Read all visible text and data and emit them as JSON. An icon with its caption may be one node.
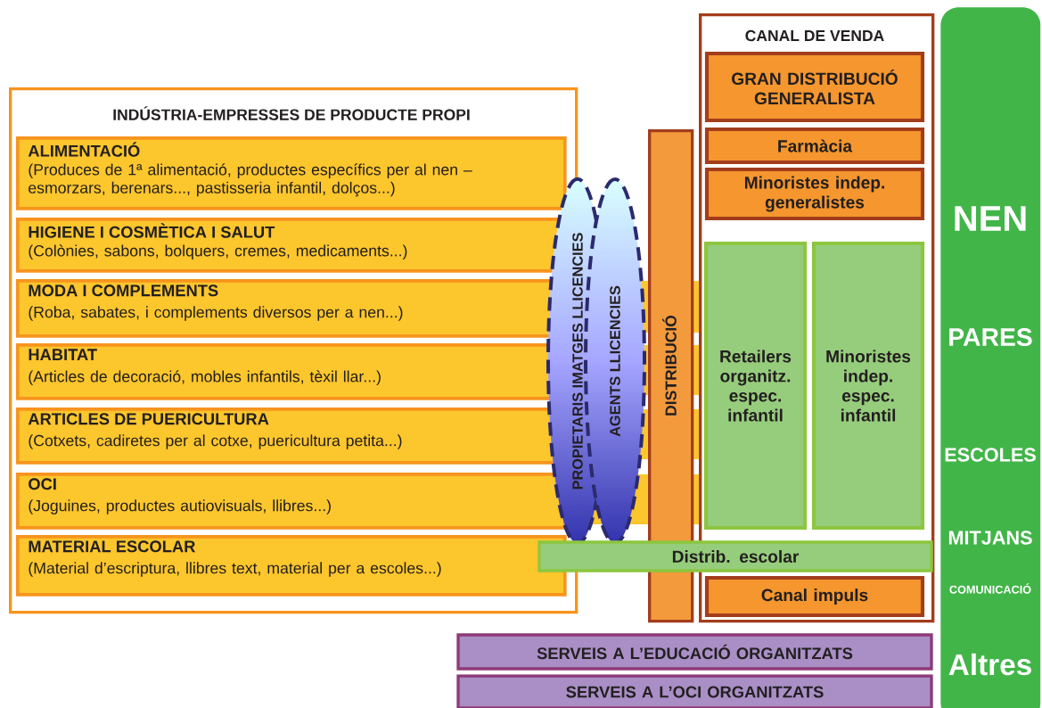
{
  "diagram": {
    "nodes": [
      {
        "text": [
          "INDÚSTRIA-EMPRESSES DE PRODUCTE PROPI"
        ]
      },
      {
        "text": [
          "ALIMENTACIÓ",
          "(Produces de 1ª alimentació, productes específics per al nen –esmorzars, berenars..., pastisseria infantil, dolços...)"
        ],
        "in": 0
      },
      {
        "text": [
          "HIGIENE I COSMÈTICA I SALUT",
          "(Colònies, sabons, bolquers, cremes, medicaments...)"
        ],
        "in": 0
      },
      {
        "text": [
          "MODA I COMPLEMENTS",
          "(Roba, sabates, i complements diversos per a nen...)"
        ],
        "in": 0
      },
      {
        "text": [
          "HABITAT",
          "(Articles de decoració, mobles infantils, tèxil llar...)"
        ],
        "in": 0
      },
      {
        "text": [
          "ARTICLES DE PUERICULTURA",
          "(Cotxets, cadiretes per al cotxe, puericultura petita...)"
        ],
        "in": 0
      },
      {
        "text": [
          "OCI",
          "(Joguines, productes autiovisuals, llibres...)"
        ],
        "in": 0
      },
      {
        "text": [
          "MATERIAL ESCOLAR",
          "(Material d’escriptura, llibres text, material per a escoles...)"
        ],
        "in": 0
      },
      {
        "text": [
          "PROPIETARIS IMATGES LLICENCIES"
        ]
      },
      {
        "text": [
          "AGENTS  LLICENCIES"
        ]
      },
      {
        "text": [
          "DISTRIBUCIÓ"
        ]
      },
      {
        "text": [
          "CANAL DE VENDA"
        ]
      },
      {
        "text": [
          "GRAN DISTRIBUCIÓ GENERALISTA"
        ],
        "in": 11
      },
      {
        "text": [
          "Farmàcia"
        ],
        "in": 11
      },
      {
        "text": [
          "Minoristes indep. generalistes"
        ],
        "in": 11
      },
      {
        "text": [
          "Retailers organitz. espec. infantil"
        ],
        "in": 11
      },
      {
        "text": [
          "Minoristes indep. espec. infantil"
        ],
        "in": 11
      },
      {
        "text": [
          "Distrib. escolar"
        ]
      },
      {
        "text": [
          "Canal impuls"
        ],
        "in": 11
      },
      {
        "text": [
          "SERVEIS A L’EDUCACIÓ ORGANITZATS"
        ]
      },
      {
        "text": [
          "SERVEIS A L’OCI ORGANITZATS"
        ]
      },
      {
        "text": [
          "NEN",
          "PARES",
          "ESCOLES",
          "MITJANS",
          "COMUNICACIÓ",
          "Altres"
        ]
      }
    ]
  }
}
